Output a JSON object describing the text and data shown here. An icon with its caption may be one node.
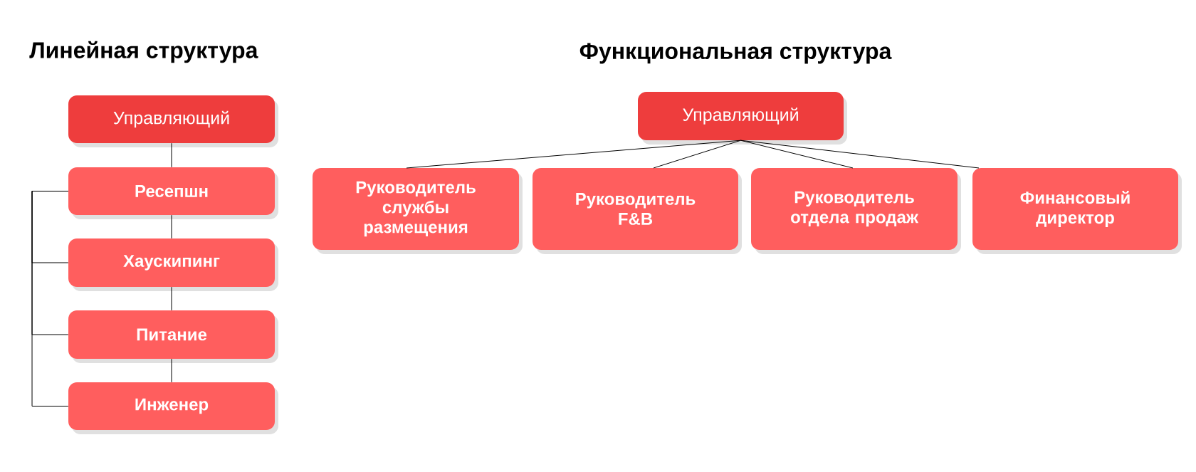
{
  "diagram": {
    "nodes": [
      {
        "text": [
          "Управляющий"
        ]
      },
      {
        "text": [
          "Ресепшн"
        ]
      },
      {
        "text": [
          "Хаускипинг"
        ]
      },
      {
        "text": [
          "Питание"
        ]
      },
      {
        "text": [
          "Инженер"
        ]
      },
      {
        "text": [
          "Управляющий"
        ]
      },
      {
        "text": [
          "Руководитель службы размещения"
        ]
      },
      {
        "text": [
          "Руководитель F&B"
        ]
      },
      {
        "text": [
          "Руководитель отдела продаж"
        ]
      },
      {
        "text": [
          "Финансовый директор"
        ]
      }
    ],
    "edges": [
      {
        "from": 0,
        "to": 1,
        "arrow": "none"
      },
      {
        "from": 1,
        "to": 2,
        "arrow": "none"
      },
      {
        "from": 2,
        "to": 3,
        "arrow": "none"
      },
      {
        "from": 3,
        "to": 4,
        "arrow": "none"
      },
      {
        "from": 1,
        "to": 2,
        "arrow": "none"
      },
      {
        "from": 1,
        "to": 3,
        "arrow": "none"
      },
      {
        "from": 1,
        "to": 4,
        "arrow": "none"
      },
      {
        "from": 5,
        "to": 6,
        "arrow": "none"
      },
      {
        "from": 5,
        "to": 7,
        "arrow": "none"
      },
      {
        "from": 5,
        "to": 8,
        "arrow": "none"
      },
      {
        "from": 5,
        "to": 9,
        "arrow": "none"
      }
    ],
    "labels": [
      "Линейная структура",
      "Функциональная структура"
    ]
  }
}
